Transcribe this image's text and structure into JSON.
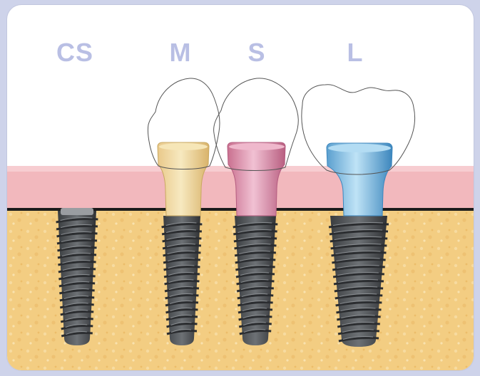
{
  "labels": {
    "cs": "CS",
    "m": "M",
    "s": "S",
    "l": "L"
  },
  "colors": {
    "background": "#ced3ea",
    "panel": "#ffffff",
    "gum": "#f2b8bd",
    "bone": "#f3cd82",
    "gum_line": "#1c1c1c",
    "label": "#b9bfe4",
    "implant": "#4a4d50",
    "abutment_m": "#e7d49a",
    "abutment_s": "#d98aa6",
    "abutment_l": "#6fb2de"
  }
}
